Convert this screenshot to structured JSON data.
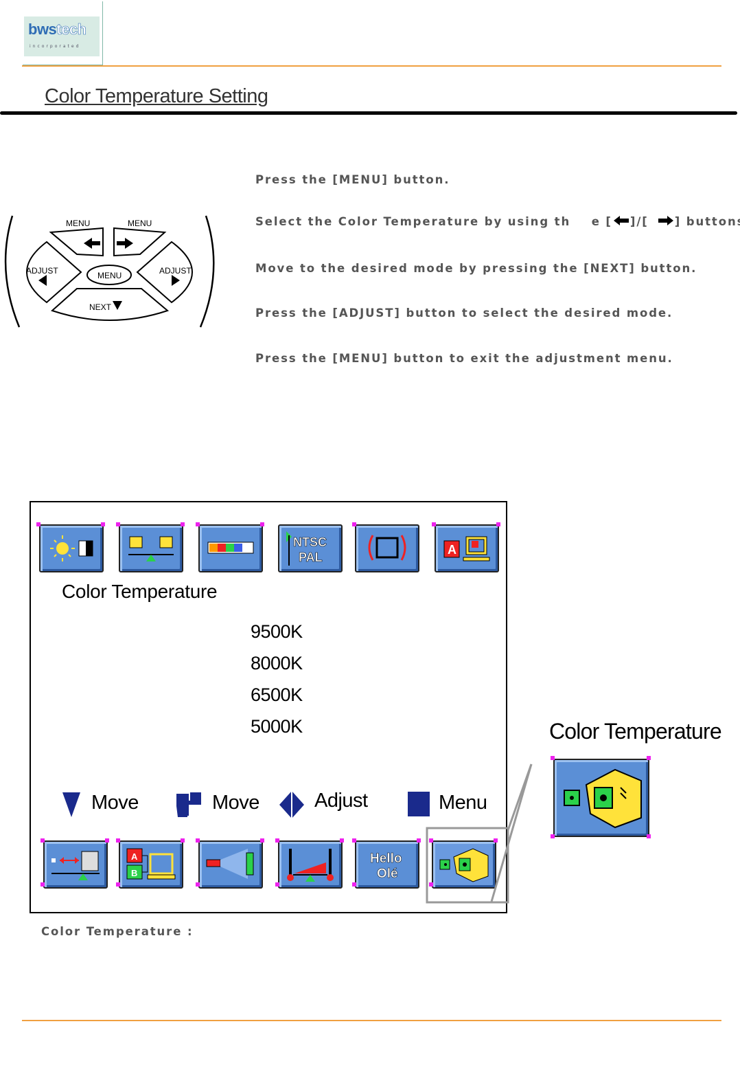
{
  "header": {
    "logo_text_a": "bws",
    "logo_text_b": "tech",
    "logo_sub": "incorporated",
    "page_title": "Color Temperature Setting"
  },
  "remote": {
    "menu_left": "MENU",
    "menu_right": "MENU",
    "adjust_left": "ADJUST",
    "adjust_right": "ADJUST",
    "center": "MENU",
    "next": "NEXT"
  },
  "instructions": {
    "step1": "Press the [MENU] button.",
    "step2_pre": "Select the Color Temperature by using th    e [",
    "step2_mid": "]/[",
    "step2_post": "] buttons.",
    "step3": "Move to the desired mode by pressing the [NEXT] button.",
    "step4": "Press the [ADJUST] button to select the desired mode.",
    "step5": "Press the [MENU] button to exit the adjustment menu."
  },
  "osd": {
    "heading": "Color Temperature",
    "options": [
      "9500K",
      "8000K",
      "6500K",
      "5000K"
    ],
    "legend": {
      "move1": "Move",
      "move2": "Move",
      "adjust": "Adjust",
      "menu": "Menu"
    },
    "top_icons": [
      "brightness-contrast-icon",
      "position-icon",
      "color-bar-icon",
      "ntsc-pal-icon",
      "size-icon",
      "osd-language-icon"
    ],
    "bottom_icons": [
      "h-position-icon",
      "input-select-icon",
      "projection-icon",
      "tint-icon",
      "language-icon",
      "color-temperature-icon"
    ],
    "ntsc_label_1": "NTSC",
    "ntsc_label_2": "PAL",
    "hello_1": "Hello",
    "hello_2": "Olé",
    "a_label": "A",
    "b_label": "B"
  },
  "caption": "Color Temperature :",
  "zoom": {
    "title": "Color Temperature"
  },
  "colors": {
    "accent_orange": "#f0a040",
    "icon_blue": "#5b8fd6",
    "icon_border_magenta": "#ee22ee",
    "legend_blue": "#1a2a8c"
  }
}
